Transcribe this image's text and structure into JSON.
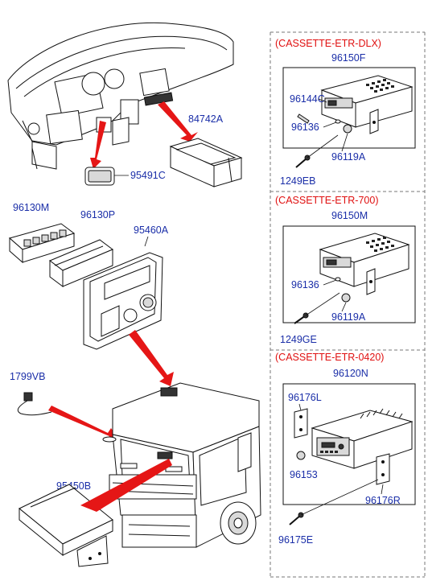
{
  "sections": [
    {
      "header": "(CASSETTE-ETR-DLX)",
      "unit": "96150F",
      "parts": [
        "96144C",
        "96136",
        "96119A"
      ],
      "screw": "1249EB"
    },
    {
      "header": "(CASSETTE-ETR-700)",
      "unit": "96150M",
      "parts": [
        "96136",
        "96119A"
      ],
      "screw": "1249GE"
    },
    {
      "header": "(CASSETTE-ETR-0420)",
      "unit": "96120N",
      "parts": [
        "96176L",
        "96153",
        "96176R"
      ],
      "screw": "96175E"
    }
  ],
  "left_labels": {
    "dash_bracket": "84742A",
    "dash_cover": "95491C",
    "switch_panel": "96130M",
    "switch_module": "96130P",
    "overhead_console": "95460A",
    "antenna": "1799VB",
    "housing": "95450B"
  },
  "colors": {
    "label": "#1a2ea8",
    "header": "#e01010",
    "arrow": "#e51616",
    "frame": "#777777"
  }
}
